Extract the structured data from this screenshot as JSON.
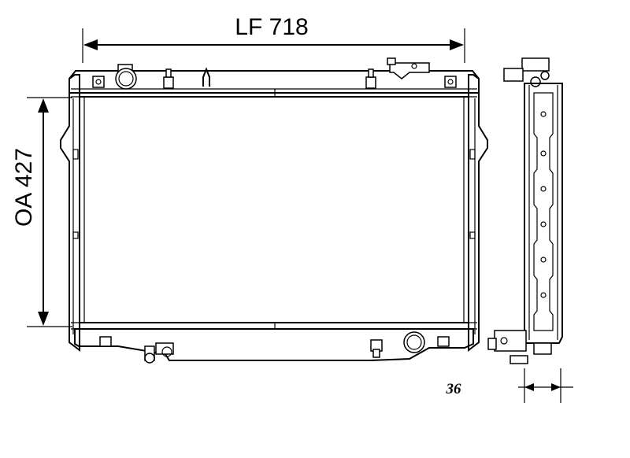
{
  "dimensions": {
    "width_label": "LF 718",
    "height_label": "OA 427",
    "depth_label": "36"
  }
}
